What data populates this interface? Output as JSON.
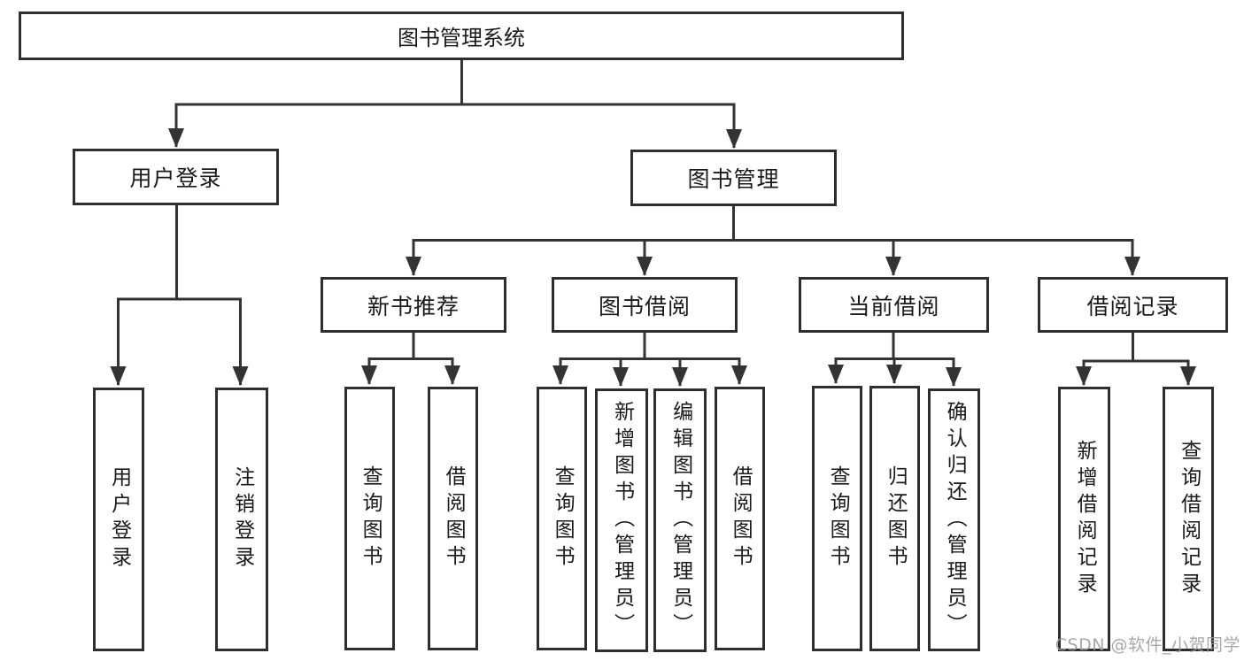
{
  "diagram": {
    "root": {
      "label": "图书管理系统"
    },
    "branches": [
      {
        "label": "用户登录",
        "children": [
          {
            "label": "用户登录"
          },
          {
            "label": "注销登录"
          }
        ]
      },
      {
        "label": "图书管理",
        "children": [
          {
            "label": "新书推荐",
            "children": [
              {
                "label": "查询图书"
              },
              {
                "label": "借阅图书"
              }
            ]
          },
          {
            "label": "图书借阅",
            "children": [
              {
                "label": "查询图书"
              },
              {
                "label": "新增图书（管理员）"
              },
              {
                "label": "编辑图书（管理员）"
              },
              {
                "label": "借阅图书"
              }
            ]
          },
          {
            "label": "当前借阅",
            "children": [
              {
                "label": "查询图书"
              },
              {
                "label": "归还图书"
              },
              {
                "label": "确认归还（管理员）"
              }
            ]
          },
          {
            "label": "借阅记录",
            "children": [
              {
                "label": "新增借阅记录"
              },
              {
                "label": "查询借阅记录"
              }
            ]
          }
        ]
      }
    ]
  },
  "watermark": {
    "text": "CSDN @软件_小贺同学"
  },
  "colors": {
    "line": "#333333",
    "box_border": "#2e2e2e",
    "text": "#1a1a1a",
    "watermark": "#999999",
    "background": "#ffffff"
  }
}
